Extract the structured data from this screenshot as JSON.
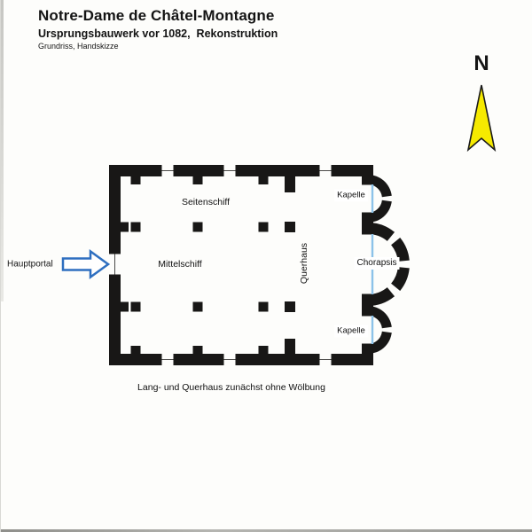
{
  "header": {
    "title": "Notre-Dame de Châtel-Montagne",
    "subtitle": "Ursprungsbauwerk vor 1082,  Rekonstruktion",
    "note": "Grundriss, Handskizze"
  },
  "compass": {
    "label": "N",
    "arrow_color": "#f6ea00"
  },
  "plan": {
    "labels": {
      "seitenschiff": "Seitenschiff",
      "mittelschiff": "Mittelschiff",
      "querhaus": "Querhaus",
      "kapelle_top": "Kapelle",
      "chorapsis": "Chorapsis",
      "kapelle_bottom": "Kapelle",
      "hauptportal": "Hauptportal"
    },
    "colors": {
      "wall": "#181716",
      "portal_arrow": "#2e6fc0",
      "apse_chord": "#8cc2e9"
    }
  },
  "caption": "Lang- und Querhaus zunächst ohne Wölbung"
}
